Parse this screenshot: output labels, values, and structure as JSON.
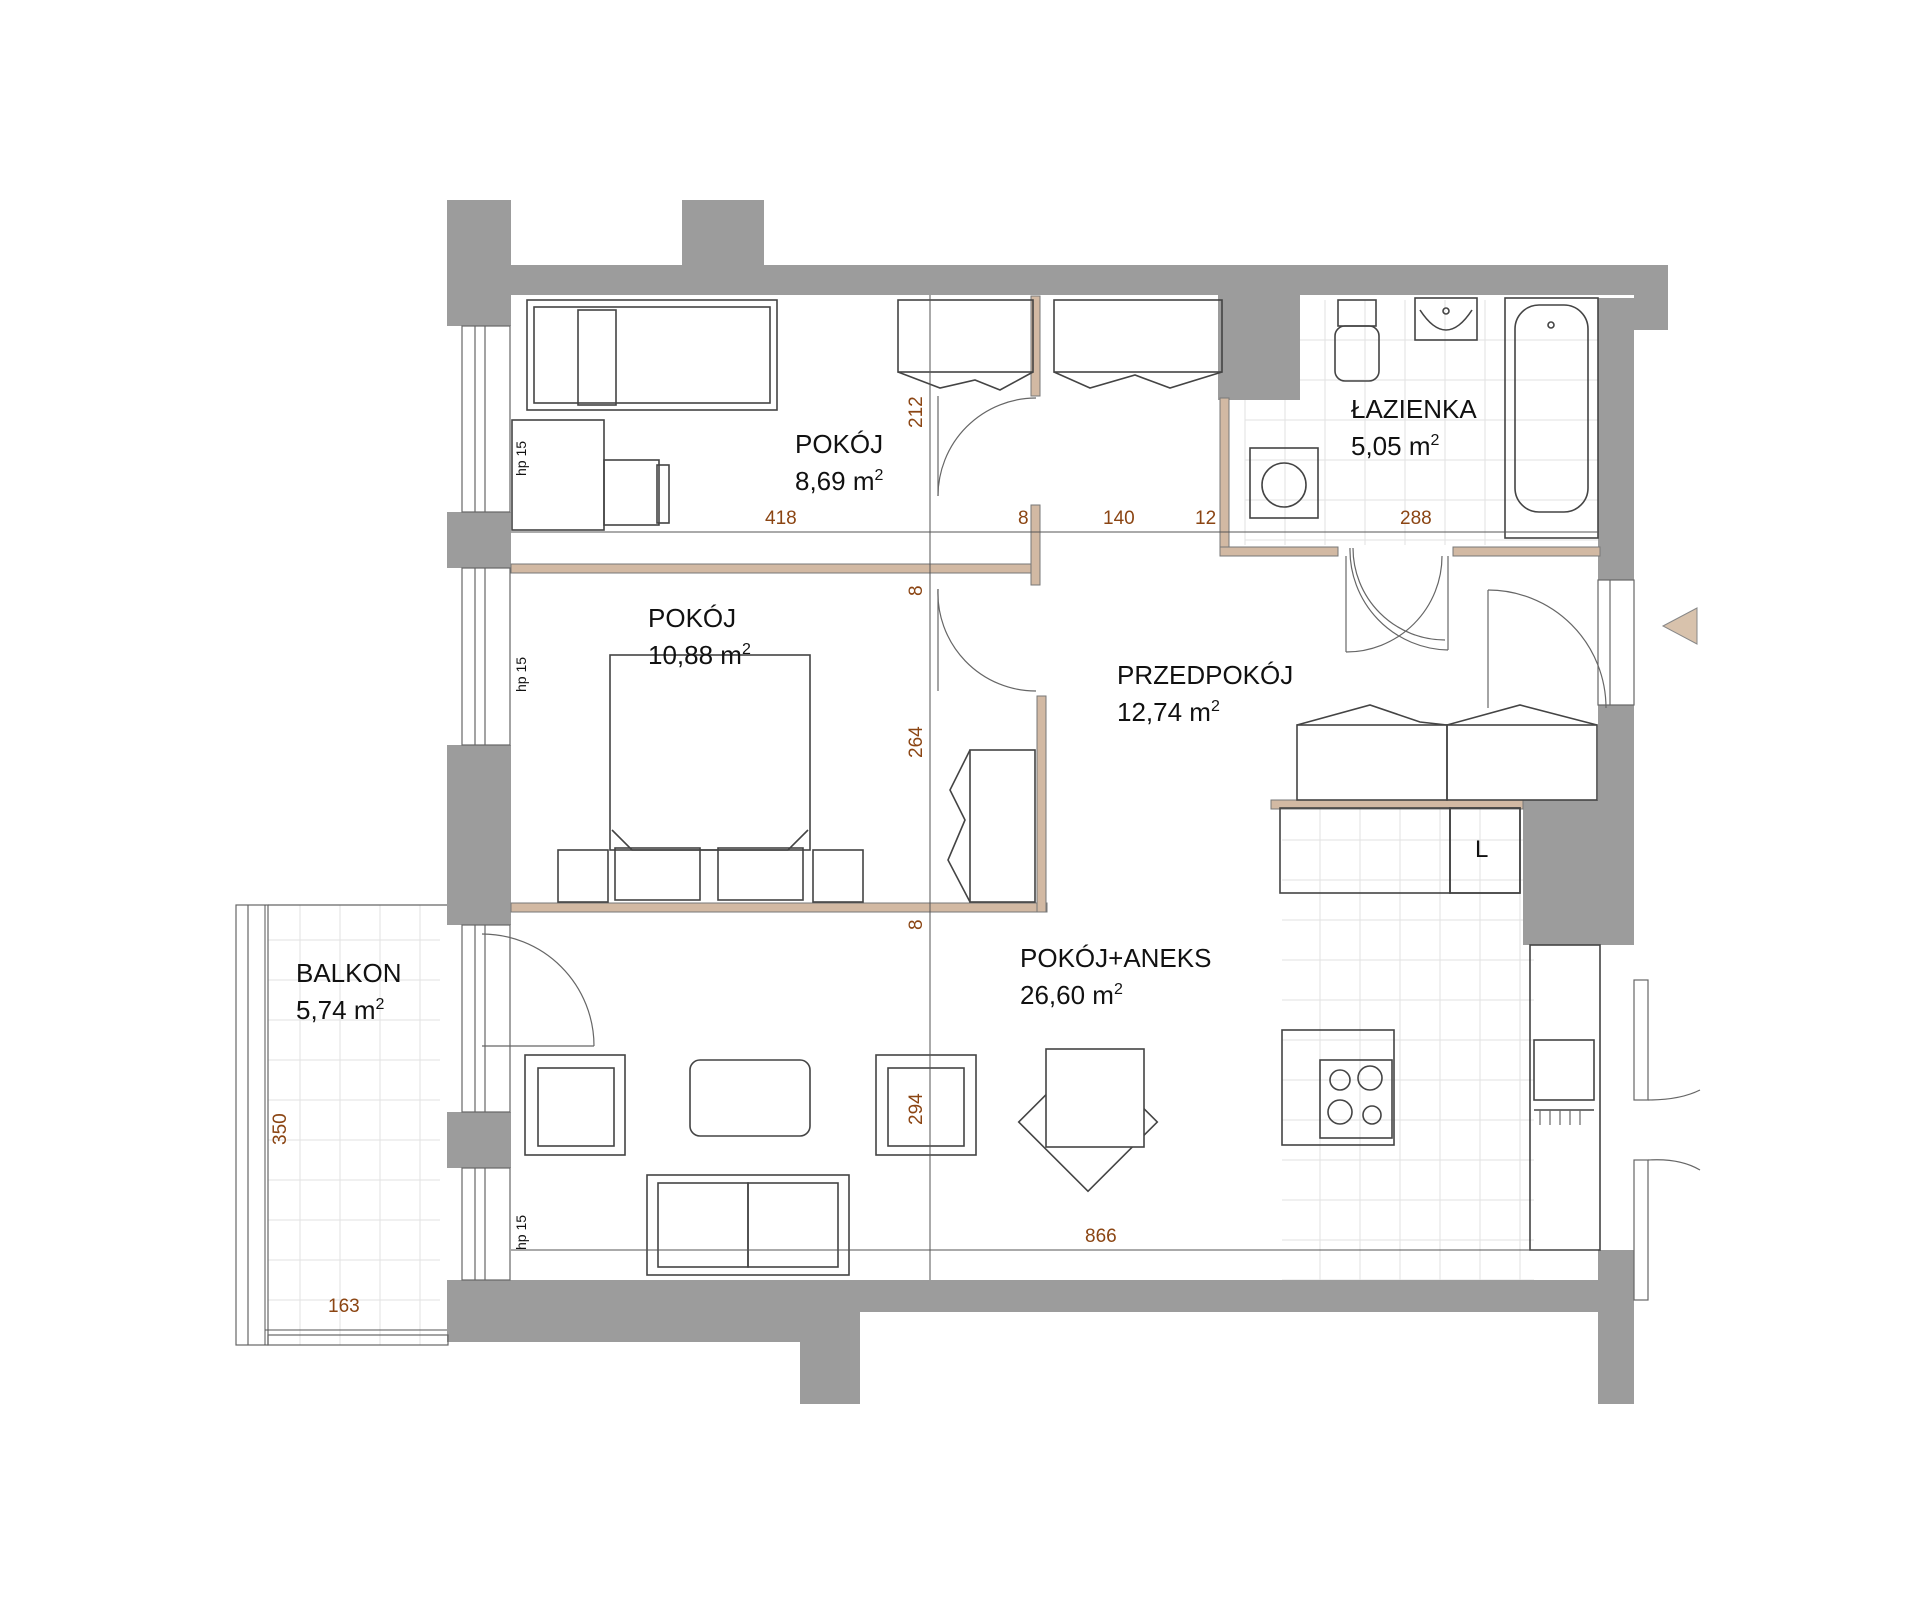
{
  "colors": {
    "wall": "#9c9c9c",
    "partition": "#d2b9a3",
    "dimension_text": "#8b4513",
    "entrance_marker": "#d8c2ac"
  },
  "rooms": {
    "pokoj_1": {
      "name": "POKÓJ",
      "area": "8,69 m",
      "unit_sup": "2"
    },
    "pokoj_2": {
      "name": "POKÓJ",
      "area": "10,88 m",
      "unit_sup": "2"
    },
    "lazienka": {
      "name": "ŁAZIENKA",
      "area": "5,05 m",
      "unit_sup": "2"
    },
    "przedpokoj": {
      "name": "PRZEDPOKÓJ",
      "area": "12,74 m",
      "unit_sup": "2"
    },
    "pokoj_aneks": {
      "name": "POKÓJ+ANEKS",
      "area": "26,60 m",
      "unit_sup": "2"
    },
    "balkon": {
      "name": "BALKON",
      "area": "5,74 m",
      "unit_sup": "2"
    }
  },
  "dimensions": {
    "d418": "418",
    "d8a": "8",
    "d140": "140",
    "d12": "12",
    "d288": "288",
    "d212": "212",
    "d8b": "8",
    "d264": "264",
    "d8c": "8",
    "d294": "294",
    "d866": "866",
    "d350": "350",
    "d163": "163"
  },
  "window_sill_labels": {
    "w1": "hp 15",
    "w2": "hp 15",
    "w3": "hp 15"
  },
  "fridge_label": "L",
  "icons": [
    "entrance-arrow-icon",
    "hob-icon",
    "sink-icon",
    "toilet-icon",
    "bathtub-icon",
    "washing-machine-icon",
    "oven-icon"
  ]
}
